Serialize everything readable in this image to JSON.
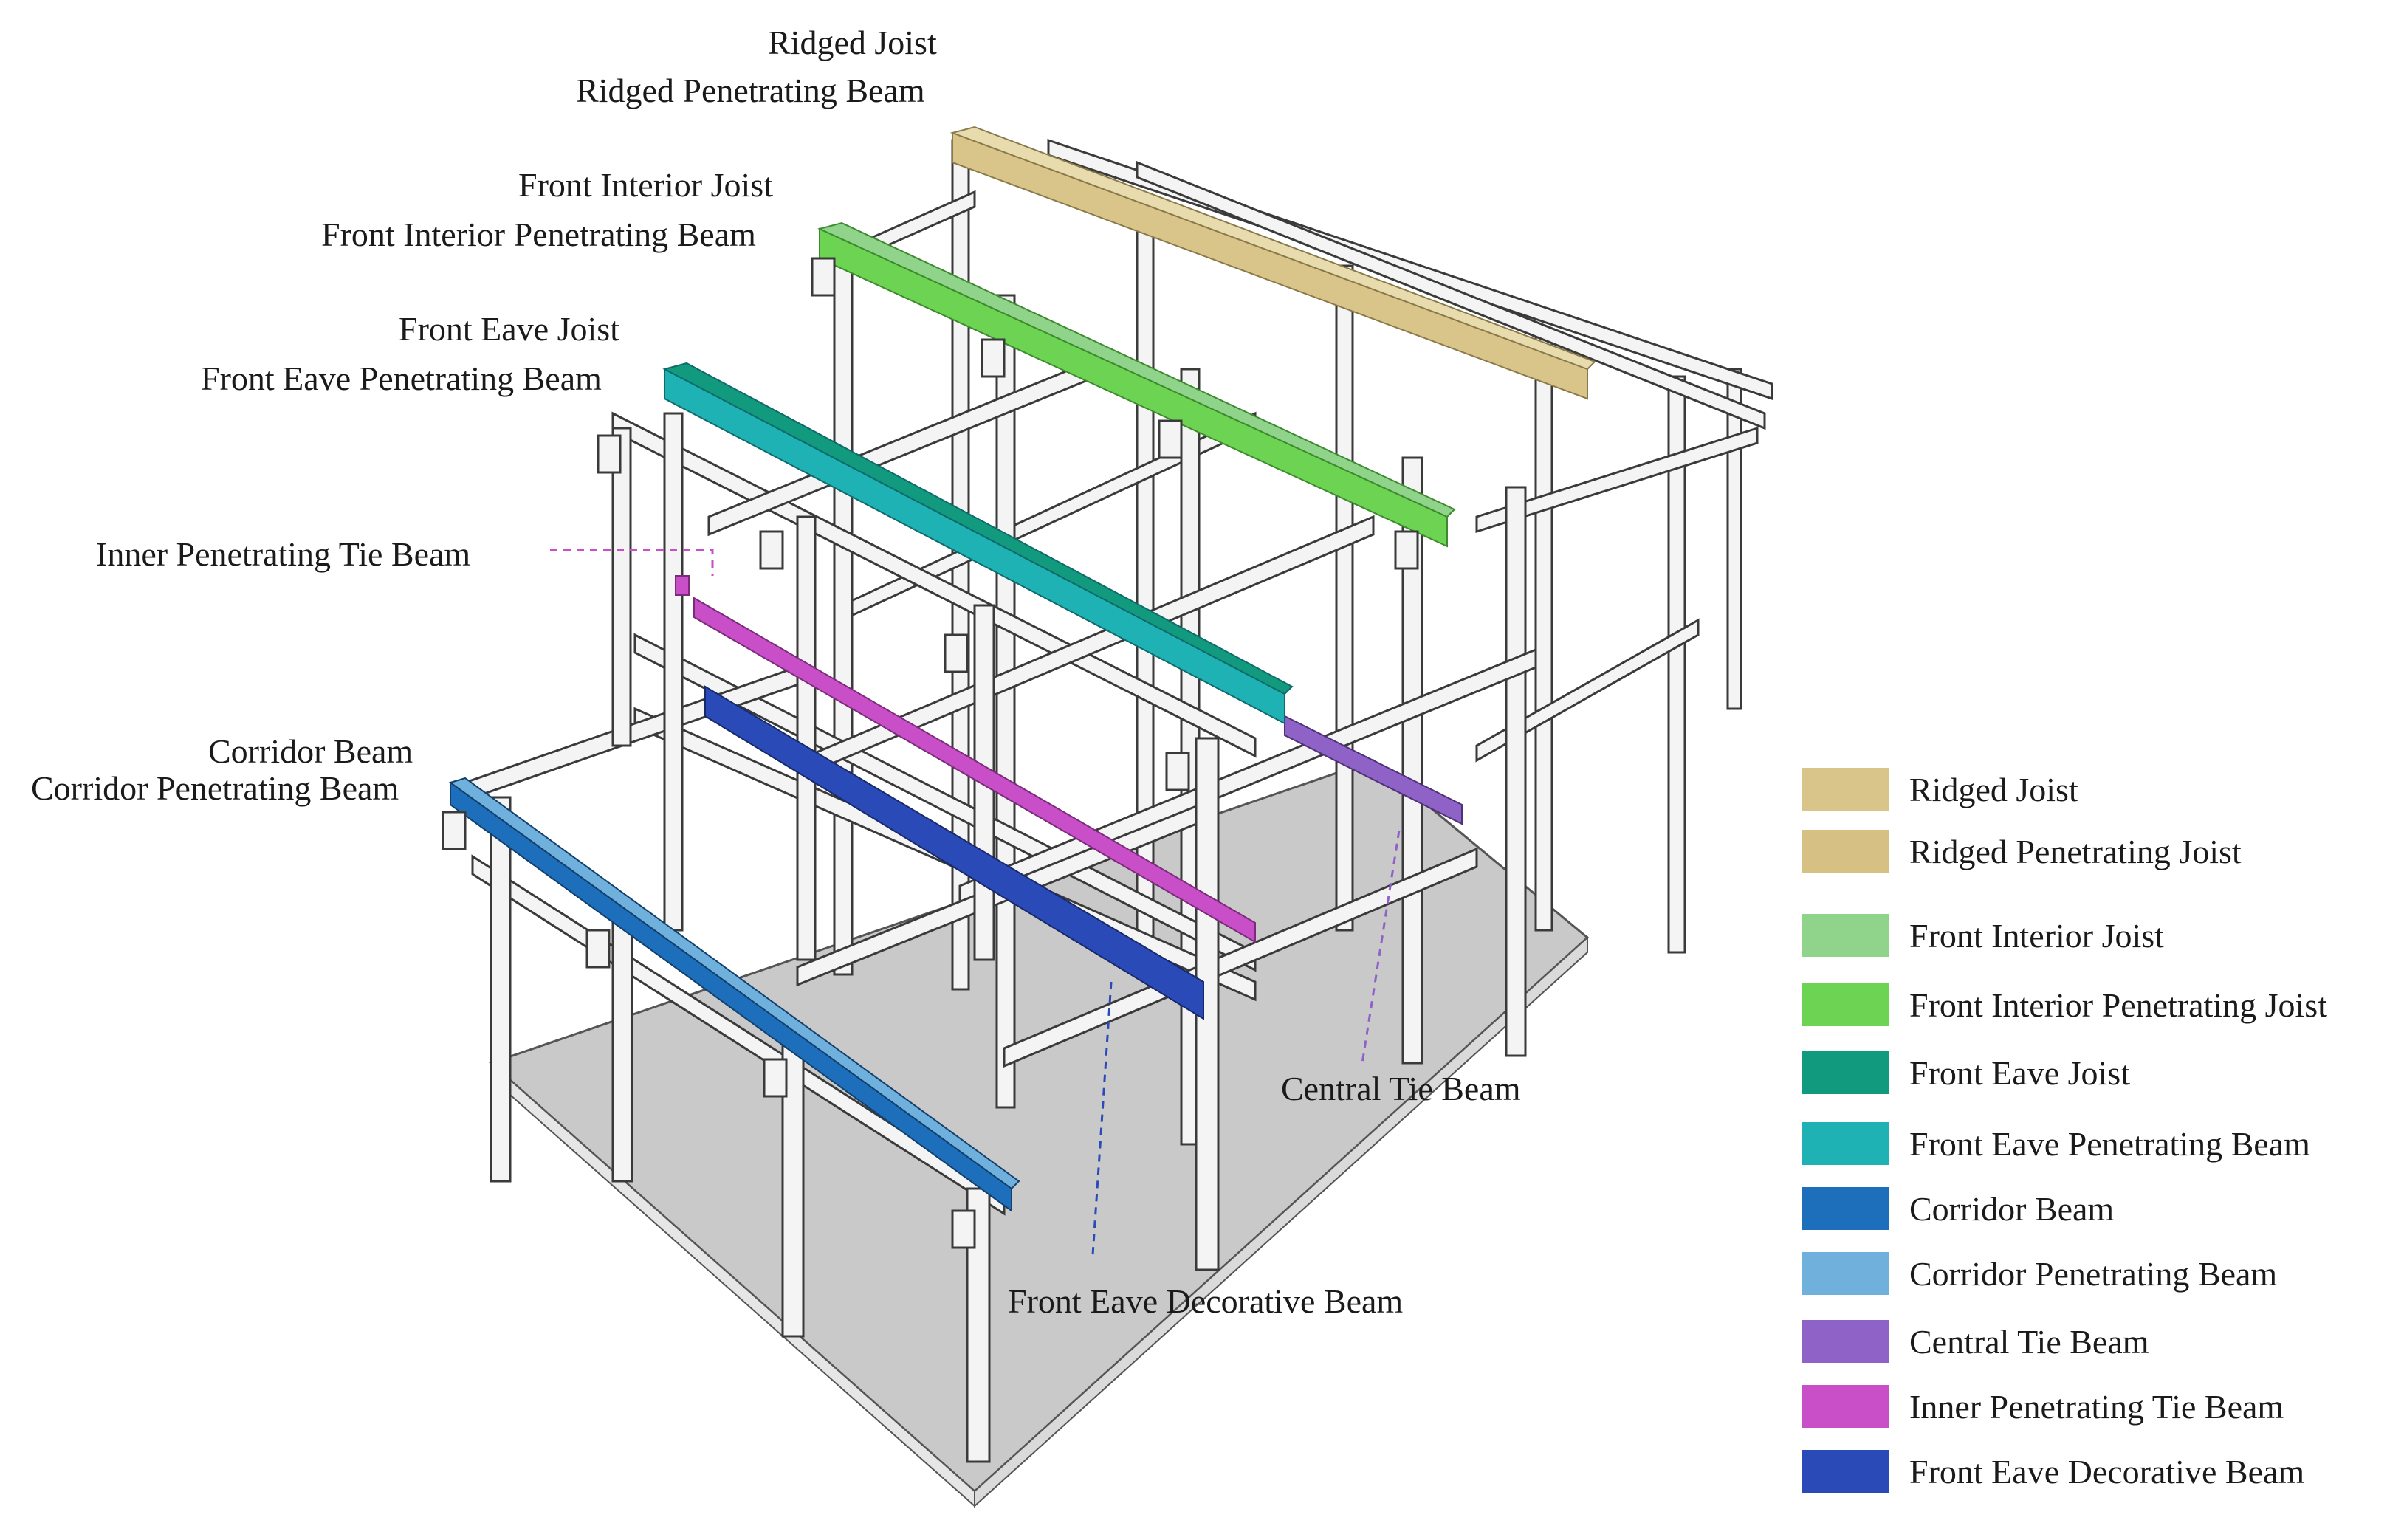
{
  "callouts": {
    "ridged_joist": "Ridged Joist",
    "ridged_penetrating_beam": "Ridged Penetrating Beam",
    "front_interior_joist": "Front Interior Joist",
    "front_interior_penetrating_beam": "Front Interior Penetrating Beam",
    "front_eave_joist": "Front Eave Joist",
    "front_eave_penetrating_beam": "Front Eave Penetrating Beam",
    "inner_penetrating_tie_beam": "Inner Penetrating Tie Beam",
    "corridor_beam": "Corridor Beam",
    "corridor_penetrating_beam": "Corridor Penetrating Beam",
    "central_tie_beam": "Central Tie Beam",
    "front_eave_decorative_beam": "Front Eave Decorative Beam"
  },
  "legend": [
    {
      "label": "Ridged Joist",
      "color": "#d9c58a"
    },
    {
      "label": "Ridged Penetrating Joist",
      "color": "#d6c084"
    },
    {
      "label": "Front Interior Joist",
      "color": "#8fd48a"
    },
    {
      "label": "Front Interior Penetrating Joist",
      "color": "#6cd452"
    },
    {
      "label": "Front Eave Joist",
      "color": "#119a7e"
    },
    {
      "label": "Front Eave Penetrating Beam",
      "color": "#1fb2b4"
    },
    {
      "label": "Corridor Beam",
      "color": "#1e6fbb"
    },
    {
      "label": "Corridor Penetrating Beam",
      "color": "#6fb0dc"
    },
    {
      "label": "Central Tie Beam",
      "color": "#8f62c8"
    },
    {
      "label": "Inner Penetrating Tie Beam",
      "color": "#c84fc8"
    },
    {
      "label": "Front Eave Decorative Beam",
      "color": "#2a4ab8"
    }
  ],
  "colors": {
    "floor": "#c9c9c9",
    "frame": "#f4f4f4",
    "outline": "#3a3a3a",
    "ridged": "#d9c58a",
    "front_interior": "#6cd452",
    "front_eave": "#1fb2b4",
    "corridor": "#1e6fbb",
    "central_tie": "#8f62c8",
    "inner_tie": "#c84fc8",
    "decorative": "#2a4ab8"
  }
}
